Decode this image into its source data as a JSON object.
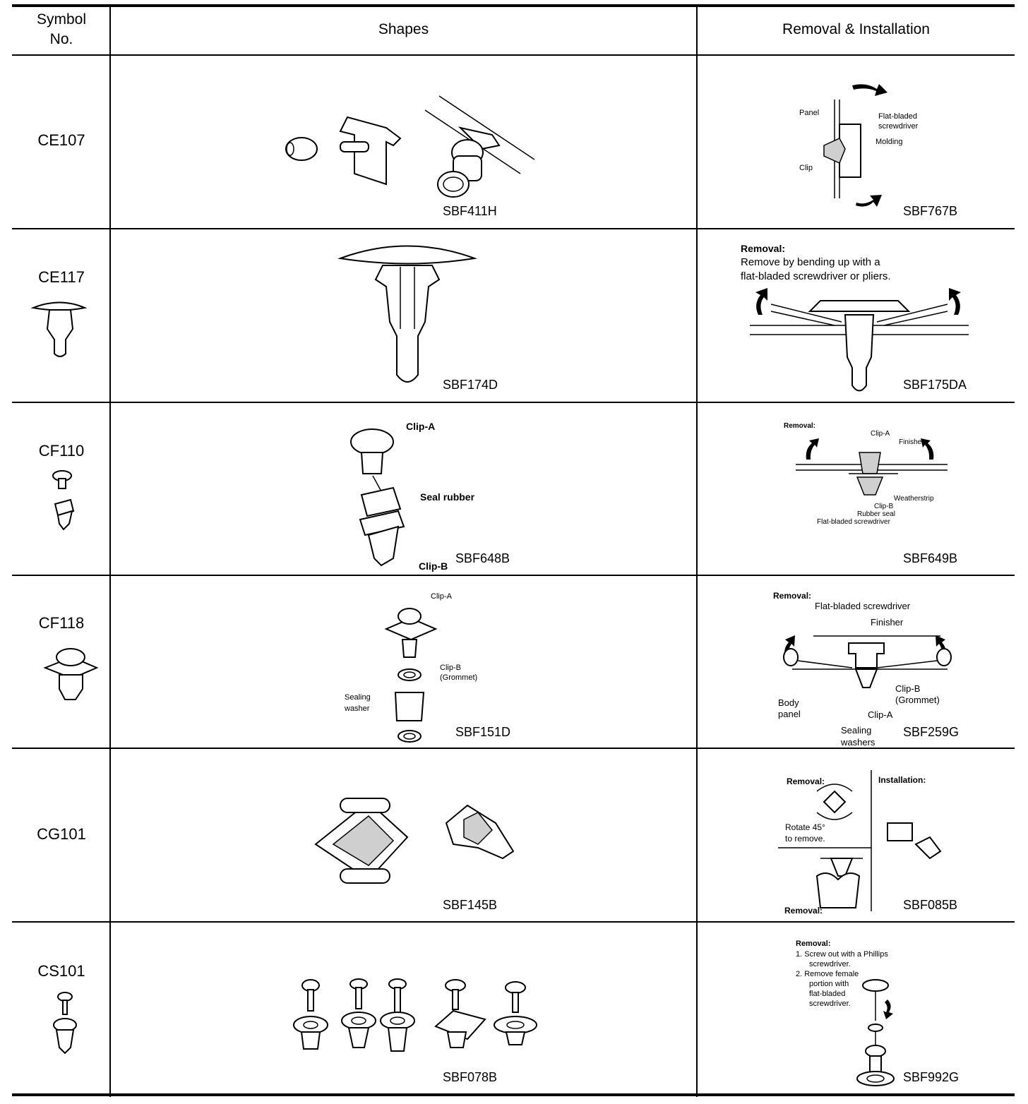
{
  "header": {
    "symbol_line1": "Symbol",
    "symbol_line2": "No.",
    "shapes": "Shapes",
    "removal_installation": "Removal & Installation"
  },
  "rows": [
    {
      "symbol": "CE107",
      "shape_code": "SBF411H",
      "removal_code": "SBF767B",
      "labels": {
        "panel": "Panel",
        "flat_bladed_1": "Flat-bladed",
        "flat_bladed_2": "screwdriver",
        "molding": "Molding",
        "clip": "Clip"
      }
    },
    {
      "symbol": "CE117",
      "shape_code": "SBF174D",
      "removal_code": "SBF175DA",
      "labels": {
        "removal": "Removal:",
        "line1": "Remove by bending up with a",
        "line2": "flat-bladed screwdriver or pliers."
      }
    },
    {
      "symbol": "CF110",
      "shape_code": "SBF648B",
      "removal_code": "SBF649B",
      "labels": {
        "clip_a": "Clip-A",
        "seal_rubber": "Seal rubber",
        "clip_b": "Clip-B",
        "removal": "Removal:",
        "r_clip_a": "Clip-A",
        "finisher": "Finisher",
        "weatherstrip": "Weatherstrip",
        "r_clip_b": "Clip-B",
        "rubber_seal": "Rubber seal",
        "flat_bladed": "Flat-bladed screwdriver"
      }
    },
    {
      "symbol": "CF118",
      "shape_code": "SBF151D",
      "removal_code": "SBF259G",
      "labels": {
        "clip_a": "Clip-A",
        "clip_b": "Clip-B",
        "grommet": "(Grommet)",
        "sealing": "Sealing",
        "washer": "washer",
        "removal": "Removal:",
        "flat_bladed": "Flat-bladed screwdriver",
        "finisher": "Finisher",
        "r_clip_b": "Clip-B",
        "r_grommet": "(Grommet)",
        "body": "Body",
        "panel": "panel",
        "r_clip_a": "Clip-A",
        "sealing2": "Sealing",
        "washers": "washers"
      }
    },
    {
      "symbol": "CG101",
      "shape_code": "SBF145B",
      "removal_code": "SBF085B",
      "labels": {
        "removal": "Removal:",
        "installation": "Installation:",
        "rotate_1": "Rotate 45°",
        "rotate_2": "to remove.",
        "removal2": "Removal:"
      }
    },
    {
      "symbol": "CS101",
      "shape_code": "SBF078B",
      "removal_code": "SBF992G",
      "labels": {
        "removal": "Removal:",
        "step1a": "1.  Screw out with a Phillips",
        "step1b": "screwdriver.",
        "step2a": "2.  Remove female",
        "step2b": "portion with",
        "step2c": "flat-bladed",
        "step2d": "screwdriver."
      }
    }
  ]
}
